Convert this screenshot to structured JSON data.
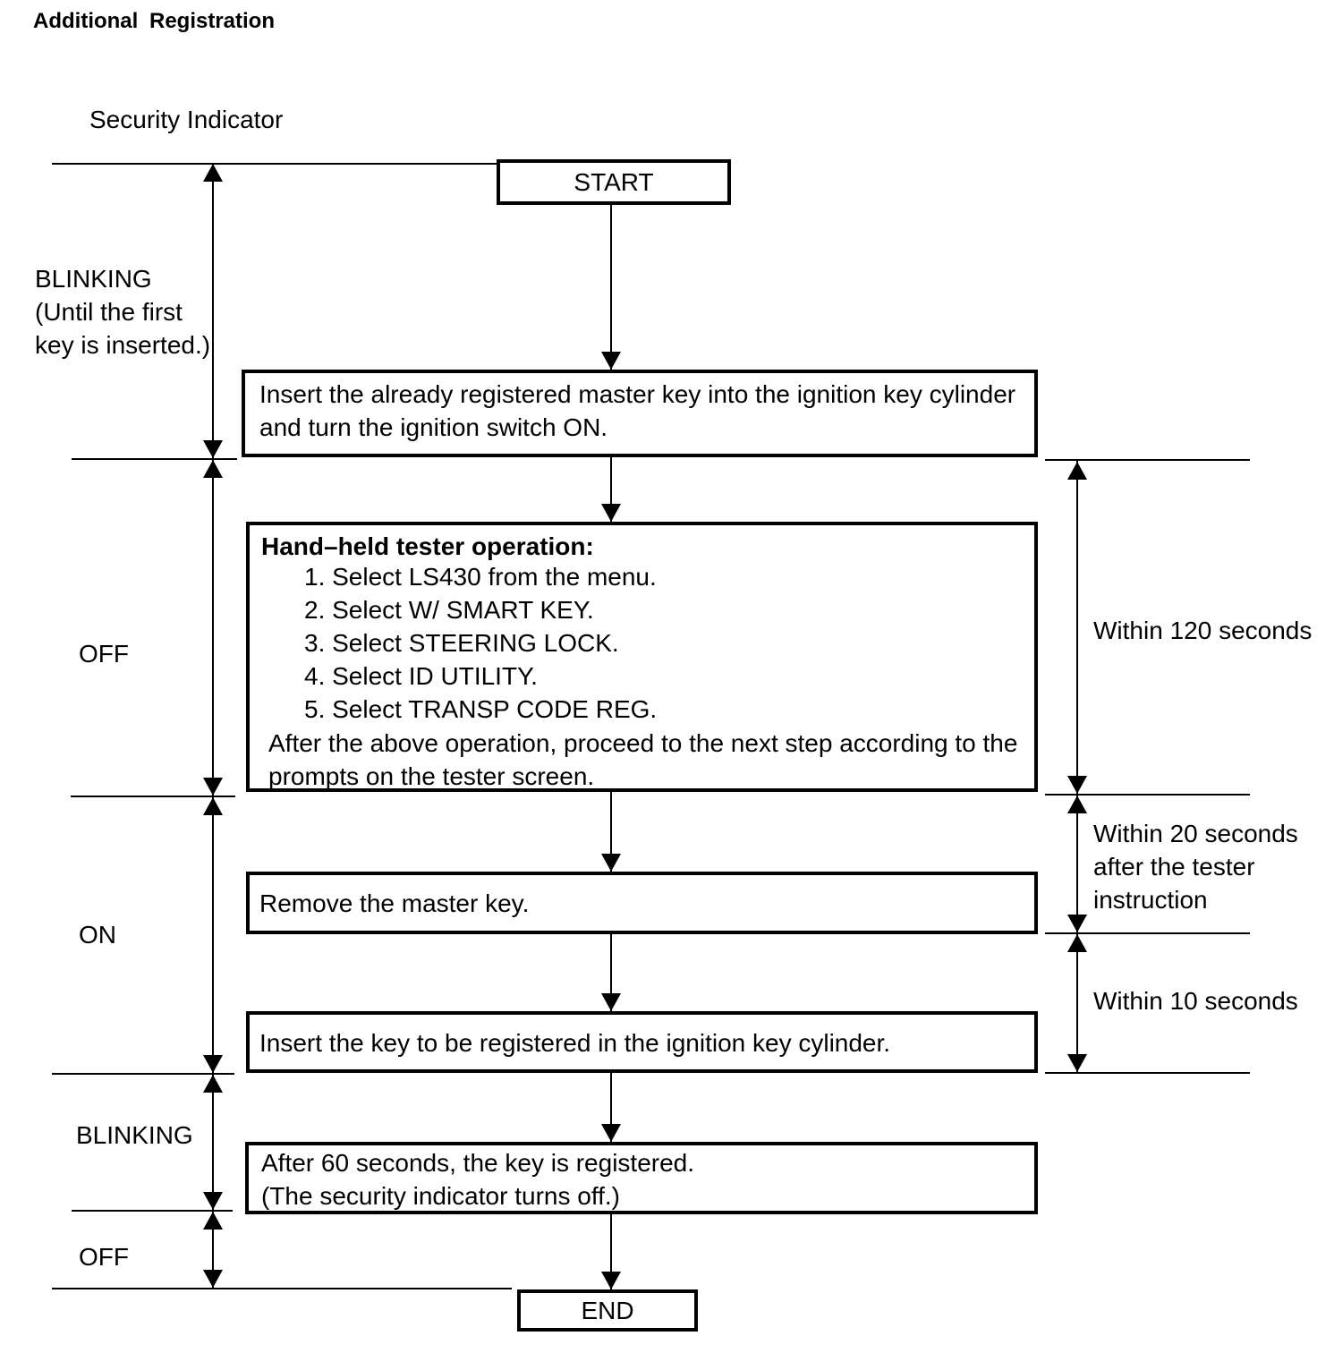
{
  "colors": {
    "ink": "#000000",
    "paper": "#ffffff"
  },
  "icons": {
    "arrowhead_down": "▼",
    "arrowhead_up": "▲"
  },
  "title": "Additional Registration",
  "security_indicator_label": "Security Indicator",
  "left_timeline": {
    "blinking1_line1": "BLINKING",
    "blinking1_line2": "(Until the first",
    "blinking1_line3": "key is inserted.)",
    "off1": "OFF",
    "on": "ON",
    "blinking2": "BLINKING",
    "off2": "OFF"
  },
  "flowchart": {
    "start": "START",
    "step1_line1": "Insert the already registered master key into the ignition key cylinder",
    "step1_line2": "and turn the ignition switch ON.",
    "tester_heading": "Hand–held tester operation:",
    "tester_items": [
      "1. Select LS430 from the menu.",
      "2. Select W/ SMART KEY.",
      "3. Select STEERING LOCK.",
      "4. Select ID UTILITY.",
      "5. Select TRANSP CODE REG."
    ],
    "tester_note_line1": "After the above operation, proceed to the next step according to the",
    "tester_note_line2": "prompts on the tester screen.",
    "step3": "Remove the master key.",
    "step4": "Insert the key to be registered in the ignition key cylinder.",
    "step5_line1": "After 60 seconds, the key is registered.",
    "step5_line2": "(The security indicator turns off.)",
    "end": "END"
  },
  "right_timings": {
    "within120": "Within 120 seconds",
    "within20_line1": "Within 20 seconds",
    "within20_line2": "after the tester",
    "within20_line3": "instruction",
    "within10": "Within 10 seconds"
  }
}
